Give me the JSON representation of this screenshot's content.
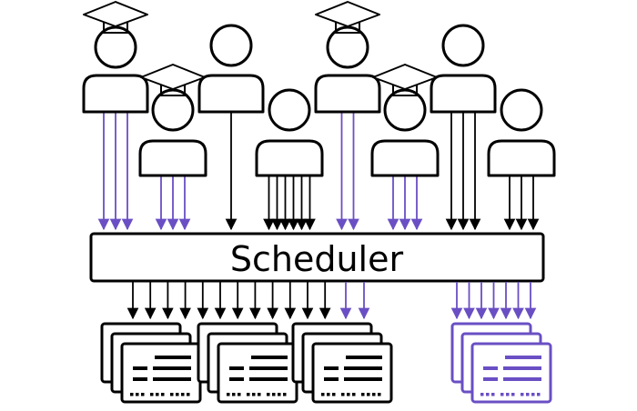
{
  "scheduler": {
    "label": "Scheduler"
  },
  "colors": {
    "stroke": "#000000",
    "accent": "#6a4fc4",
    "fill": "#ffffff"
  },
  "icons": {
    "user": "person-icon",
    "graduate": "graduation-cap-icon",
    "document": "document-stack-icon"
  },
  "users": [
    {
      "name": "user-1",
      "role": "student",
      "cap": true,
      "jobs": 3,
      "color": "accent"
    },
    {
      "name": "user-2",
      "role": "student",
      "cap": true,
      "jobs": 3,
      "color": "accent"
    },
    {
      "name": "user-3",
      "role": "staff",
      "cap": false,
      "jobs": 1,
      "color": "stroke"
    },
    {
      "name": "user-4",
      "role": "staff",
      "cap": false,
      "jobs": 6,
      "color": "stroke"
    },
    {
      "name": "user-5",
      "role": "student",
      "cap": true,
      "jobs": 2,
      "color": "accent"
    },
    {
      "name": "user-6",
      "role": "student",
      "cap": true,
      "jobs": 3,
      "color": "accent"
    },
    {
      "name": "user-7",
      "role": "staff",
      "cap": false,
      "jobs": 3,
      "color": "stroke"
    },
    {
      "name": "user-8",
      "role": "staff",
      "cap": false,
      "jobs": 3,
      "color": "stroke"
    }
  ],
  "outputs": {
    "black_arrows": 12,
    "purple_arrows_to_black_stack": 2,
    "purple_arrows_to_purple_stack": 7
  },
  "stacks": [
    {
      "name": "node-1",
      "color": "stroke"
    },
    {
      "name": "node-2",
      "color": "stroke"
    },
    {
      "name": "node-3",
      "color": "stroke"
    },
    {
      "name": "node-4",
      "color": "accent"
    }
  ]
}
